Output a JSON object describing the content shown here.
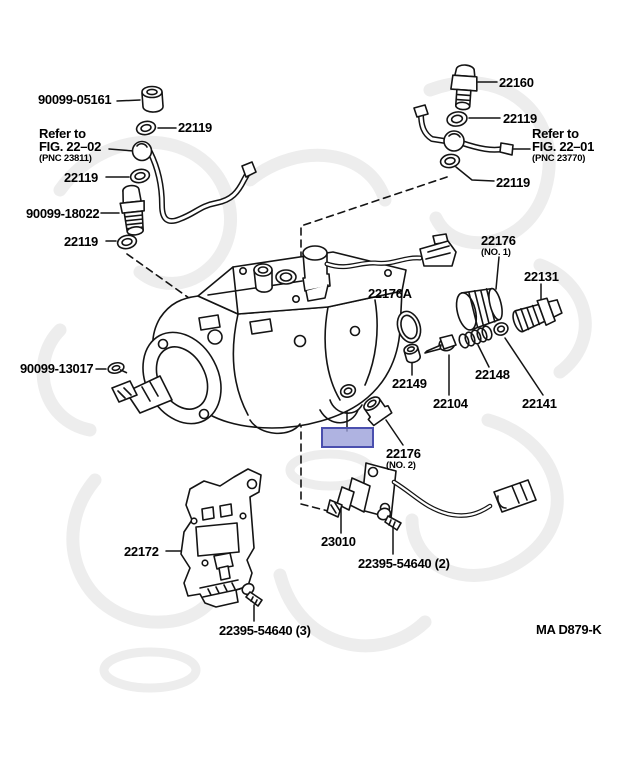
{
  "diagram": {
    "figure_code": "MA D879-K",
    "highlight_fill": "#989dd8",
    "highlight_border": "#4a4fae",
    "labels": {
      "plug_90099_05161": "90099-05161",
      "washer_22119_1": "22119",
      "washer_22119_2": "22119",
      "washer_22119_3": "22119",
      "washer_22119_4": "22119",
      "washer_22119_5": "22119",
      "bolt_90099_18022": "90099-18022",
      "bolt_22160": "22160",
      "part_22176_no1": "22176",
      "part_22176_no1_sub": "(NO. 1)",
      "part_22131": "22131",
      "part_22176a": "22176A",
      "part_22149": "22149",
      "part_22148": "22148",
      "part_22104": "22104",
      "part_22141": "22141",
      "part_22176_no2": "22176",
      "part_22176_no2_sub": "(NO. 2)",
      "part_23010": "23010",
      "bolt_22395_54640_2": "22395-54640 (2)",
      "bracket_22172": "22172",
      "bolt_22395_54640_3": "22395-54640 (3)",
      "key_90099_13017": "90099-13017"
    },
    "references": {
      "left": {
        "line1": "Refer to",
        "line2": "FIG. 22–02",
        "pnc": "(PNC 23811)"
      },
      "right": {
        "line1": "Refer to",
        "line2": "FIG. 22–01",
        "pnc": "(PNC 23770)"
      }
    }
  }
}
